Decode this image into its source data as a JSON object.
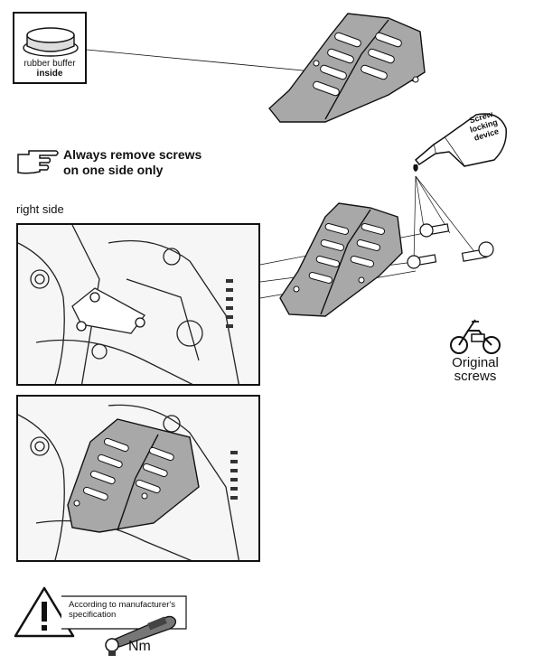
{
  "callout": {
    "line1": "rubber buffer",
    "line2": "inside"
  },
  "notice": {
    "line1": "Always remove screws",
    "line2": "on one side only"
  },
  "side_label": "right side",
  "screw_lock": {
    "line1": "Screw",
    "line2": "locking",
    "line3": "device"
  },
  "original_screws": {
    "line1": "Original",
    "line2": "screws"
  },
  "torque": {
    "line1": "According to manufacturer's",
    "line2": "specification",
    "unit": "Nm"
  },
  "icons": [
    "rubber-buffer-icon",
    "pointing-hand-icon",
    "motorcycle-icon",
    "warning-triangle-icon",
    "torque-wrench-icon",
    "screw-locking-bottle-icon"
  ]
}
